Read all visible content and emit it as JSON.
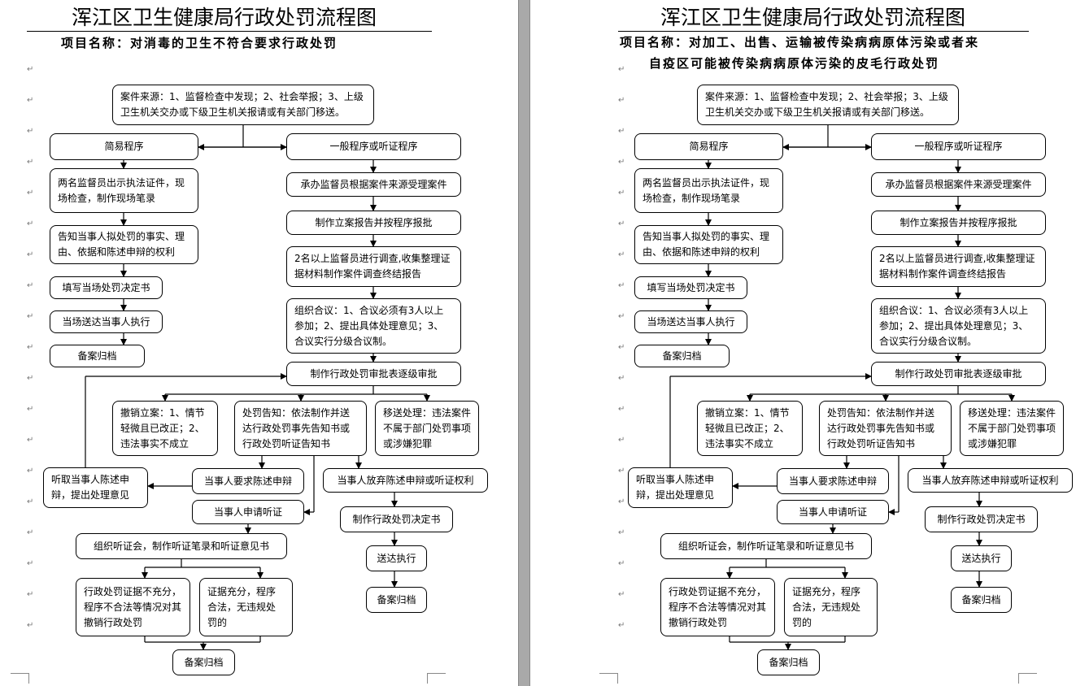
{
  "pages": [
    {
      "title": "浑江区卫生健康局行政处罚流程图",
      "subtitle_lines": [
        "项目名称：对消毒的卫生不符合要求行政处罚"
      ]
    },
    {
      "title": "浑江区卫生健康局行政处罚流程图",
      "subtitle_lines": [
        "项目名称：对加工、出售、运输被传染病病原体污染或者来",
        "自疫区可能被传染病病原体污染的皮毛行政处罚"
      ]
    }
  ],
  "flow": {
    "source": "案件来源：1、监督检查中发现；2、社会举报；3、上级卫生机关交办或下级卫生机关报请或有关部门移送。",
    "simple": "简易程序",
    "general": "一般程序或听证程序",
    "simple_1": "两名监督员出示执法证件，现场检查，制作现场笔录",
    "simple_2": "告知当事人拟处罚的事实、理由、依据和陈述申辩的权利",
    "simple_3": "填写当场处罚决定书",
    "simple_4": "当场送达当事人执行",
    "simple_5": "备案归档",
    "general_1": "承办监督员根据案件来源受理案件",
    "general_2": "制作立案报告并按程序报批",
    "general_3": "2名以上监督员进行调查,收集整理证据材料制作案件调查终结报告",
    "general_4": "组织合议：1、合议必须有3人以上参加；2、提出具体处理意见；3、合议实行分级合议制。",
    "approval": "制作行政处罚审批表逐级审批",
    "cancel": "撤销立案：1、情节轻微且已改正；2、违法事实不成立",
    "notice": "处罚告知：依法制作并送达行政处罚事先告知书或行政处罚听证告知书",
    "transfer": "移送处理：违法案件不属于部门处罚事项或涉嫌犯罪",
    "hear_statement": "听取当事人陈述申辩，提出处理意见",
    "request_statement": "当事人要求陈述申辩",
    "waive": "当事人放弃陈述申辩或听证权利",
    "request_hearing": "当事人申请听证",
    "decision": "制作行政处罚决定书",
    "hold_hearing": "组织听证会，制作听证笔录和听证意见书",
    "deliver": "送达执行",
    "archive_right": "备案归档",
    "insufficient": "行政处罚证据不充分，程序不合法等情况对其撤销行政处罚",
    "sufficient": "证据充分，程序合法，无违规处罚的",
    "archive_bottom": "备案归档"
  }
}
